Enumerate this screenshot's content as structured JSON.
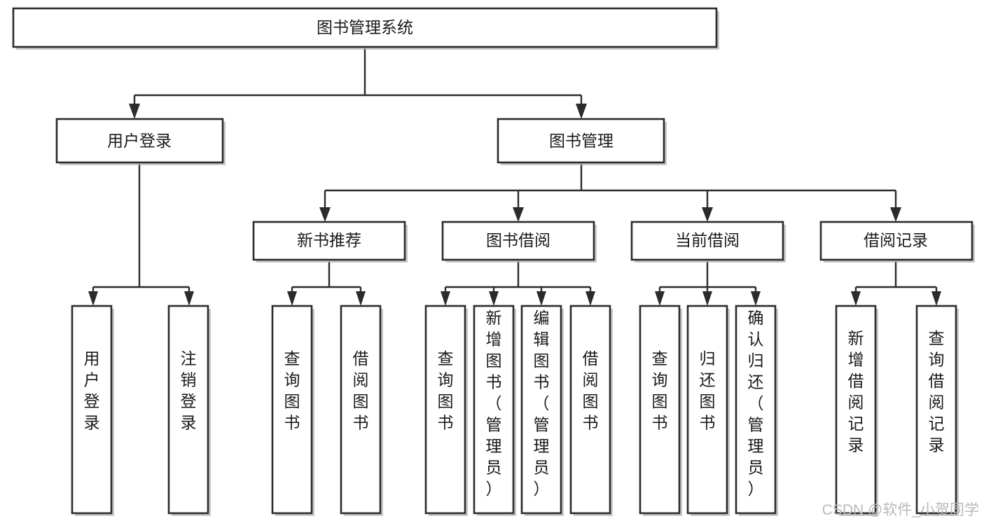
{
  "diagram": {
    "type": "tree-hierarchy",
    "title": "图书管理系统",
    "orientation": "top-down",
    "colors": {
      "box_fill": "#ffffff",
      "box_stroke": "#2b2b2b",
      "connector": "#2b2b2b",
      "text": "#1a1a1a",
      "watermark": "#b9b9b9",
      "background": "#ffffff"
    },
    "root": {
      "label": "图书管理系统"
    },
    "level2": [
      {
        "id": "user-login",
        "label": "用户登录"
      },
      {
        "id": "book-management",
        "label": "图书管理"
      }
    ],
    "level3": [
      {
        "id": "new-book-recommend",
        "label": "新书推荐",
        "parent": "book-management"
      },
      {
        "id": "book-borrow",
        "label": "图书借阅",
        "parent": "book-management"
      },
      {
        "id": "current-borrow",
        "label": "当前借阅",
        "parent": "book-management"
      },
      {
        "id": "borrow-record",
        "label": "借阅记录",
        "parent": "book-management"
      }
    ],
    "leaves": {
      "user-login": [
        {
          "id": "leaf-user-login",
          "label": "用户登录"
        },
        {
          "id": "leaf-user-logout",
          "label": "注销登录"
        }
      ],
      "new-book-recommend": [
        {
          "id": "leaf-query-book-1",
          "label": "查询图书"
        },
        {
          "id": "leaf-borrow-book-1",
          "label": "借阅图书"
        }
      ],
      "book-borrow": [
        {
          "id": "leaf-query-book-2",
          "label": "查询图书"
        },
        {
          "id": "leaf-add-book",
          "label": "新增图书（管理员）"
        },
        {
          "id": "leaf-edit-book",
          "label": "编辑图书（管理员）"
        },
        {
          "id": "leaf-borrow-book-2",
          "label": "借阅图书"
        }
      ],
      "current-borrow": [
        {
          "id": "leaf-query-book-3",
          "label": "查询图书"
        },
        {
          "id": "leaf-return-book",
          "label": "归还图书"
        },
        {
          "id": "leaf-confirm-return",
          "label": "确认归还（管理员）"
        }
      ],
      "borrow-record": [
        {
          "id": "leaf-add-record",
          "label": "新增借阅记录"
        },
        {
          "id": "leaf-query-record",
          "label": "查询借阅记录"
        }
      ]
    }
  },
  "watermark": {
    "text": "CSDN @软件_小贺同学"
  }
}
